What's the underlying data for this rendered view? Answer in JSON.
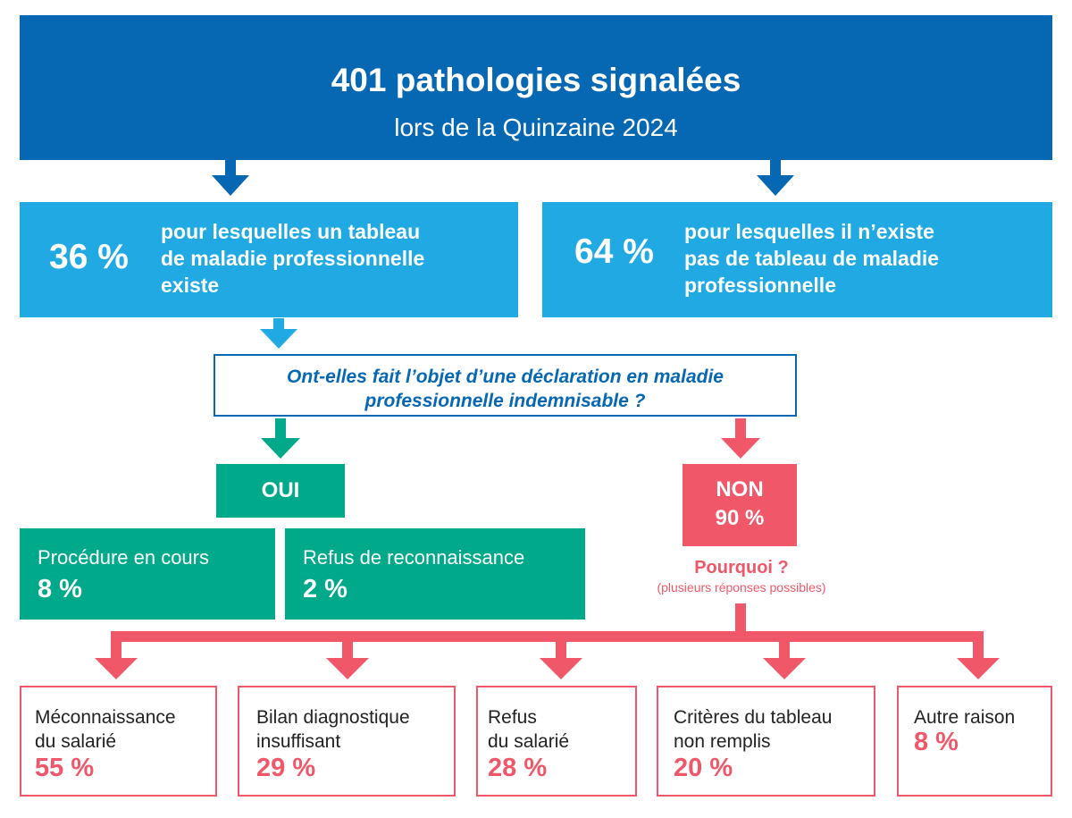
{
  "header": {
    "title": "401 pathologies signalées",
    "subtitle": "lors de la Quinzaine 2024"
  },
  "left_box": {
    "percent": "36 %",
    "line1": "pour lesquelles un tableau",
    "line2": "de maladie professionnelle",
    "line3": "existe"
  },
  "right_box": {
    "percent": "64 %",
    "line1": "pour lesquelles il n’existe",
    "line2": "pas de tableau de maladie",
    "line3": "professionnelle"
  },
  "question": {
    "line1": "Ont-elles fait l’objet d’une déclaration en maladie",
    "line2": "professionnelle indemnisable ?"
  },
  "oui": {
    "label": "OUI"
  },
  "non": {
    "label": "NON",
    "percent": "90 %"
  },
  "oui_results": [
    {
      "label": "Procédure en cours",
      "value": "8 %"
    },
    {
      "label": "Refus de reconnaissance",
      "value": "2 %"
    }
  ],
  "why": {
    "question": "Pourquoi ?",
    "note": "(plusieurs réponses possibles)"
  },
  "reasons": [
    {
      "line1": "Méconnaissance",
      "line2": "du salarié",
      "value": "55 %"
    },
    {
      "line1": "Bilan diagnostique",
      "line2": "insuffisant",
      "value": "29 %"
    },
    {
      "line1": "Refus",
      "line2": "du salarié",
      "value": "28 %"
    },
    {
      "line1": "Critères du tableau",
      "line2": "non remplis",
      "value": "20 %"
    },
    {
      "line1": "Autre raison",
      "line2": "",
      "value": "8 %"
    }
  ],
  "colors": {
    "dark_blue": "#0667b3",
    "light_blue": "#20a9e2",
    "green": "#00a98a",
    "red": "#f0586a"
  }
}
